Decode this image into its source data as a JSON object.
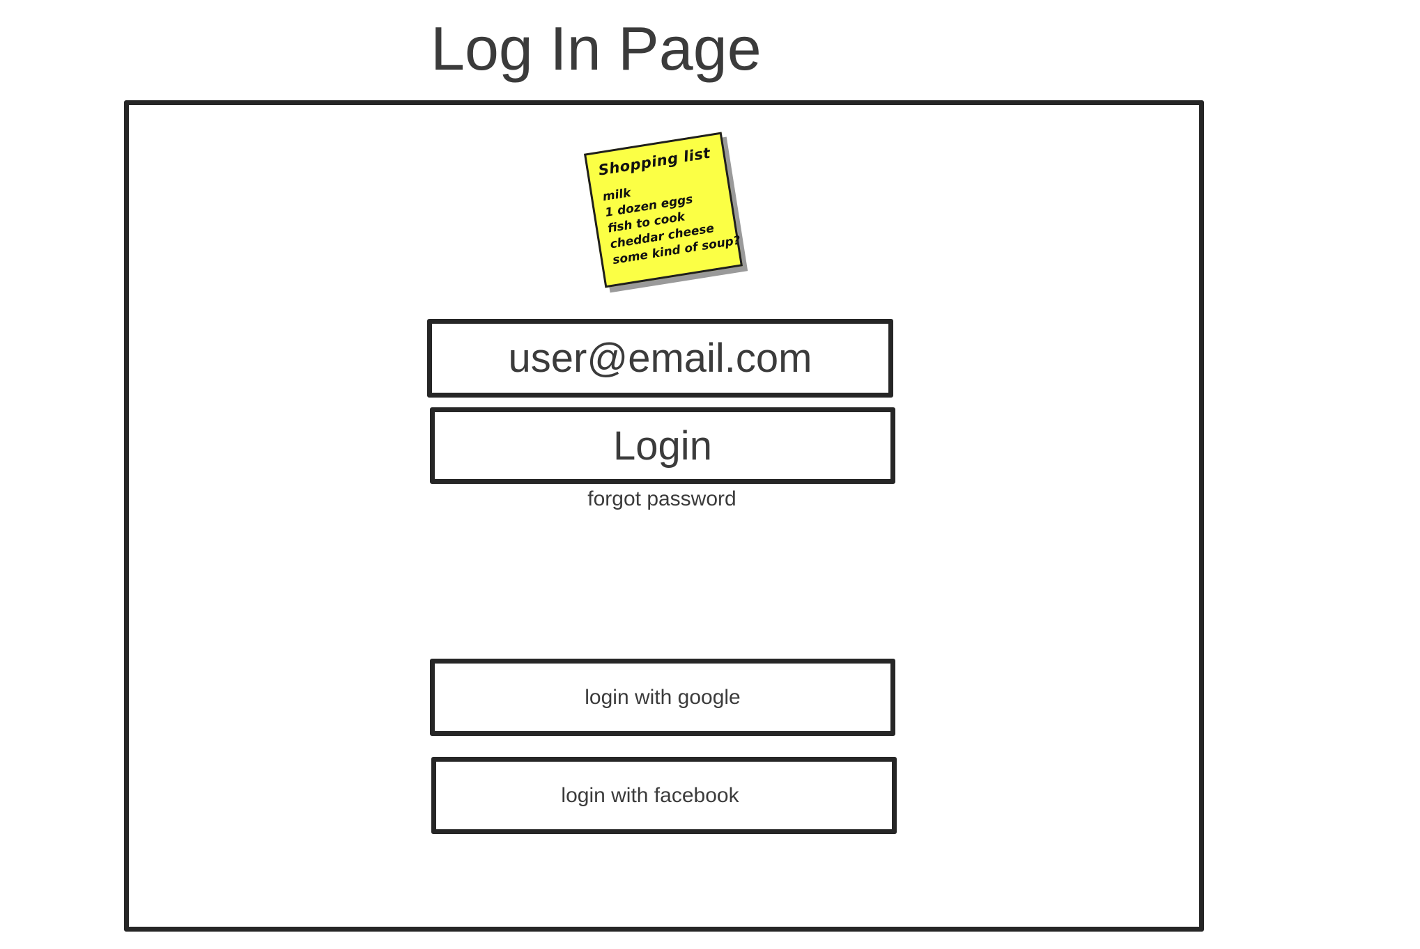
{
  "page": {
    "title": "Log In Page"
  },
  "sticky_note": {
    "title": "Shopping list",
    "items": [
      "milk",
      "1 dozen eggs",
      "fish to cook",
      "cheddar cheese",
      "some kind of soup?"
    ]
  },
  "form": {
    "email_value": "user@email.com",
    "login_label": "Login",
    "forgot_password_label": "forgot password"
  },
  "social": {
    "google_label": "login with google",
    "facebook_label": "login with facebook"
  },
  "colors": {
    "border": "#262626",
    "text": "#3b3b3b",
    "sticky_note": "#fbff45"
  }
}
